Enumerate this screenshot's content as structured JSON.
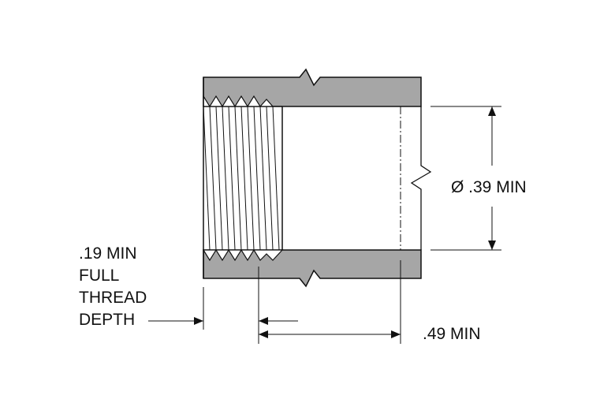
{
  "colors": {
    "wall_fill": "#a6a6a6",
    "line": "#111111",
    "background": "#ffffff"
  },
  "labels": {
    "diameter": "Ø .39 MIN",
    "thread_depth_line1": ".19 MIN",
    "thread_depth_line2": "FULL",
    "thread_depth_line3": "THREAD",
    "thread_depth_line4": "DEPTH",
    "socket_depth": ".49 MIN"
  }
}
